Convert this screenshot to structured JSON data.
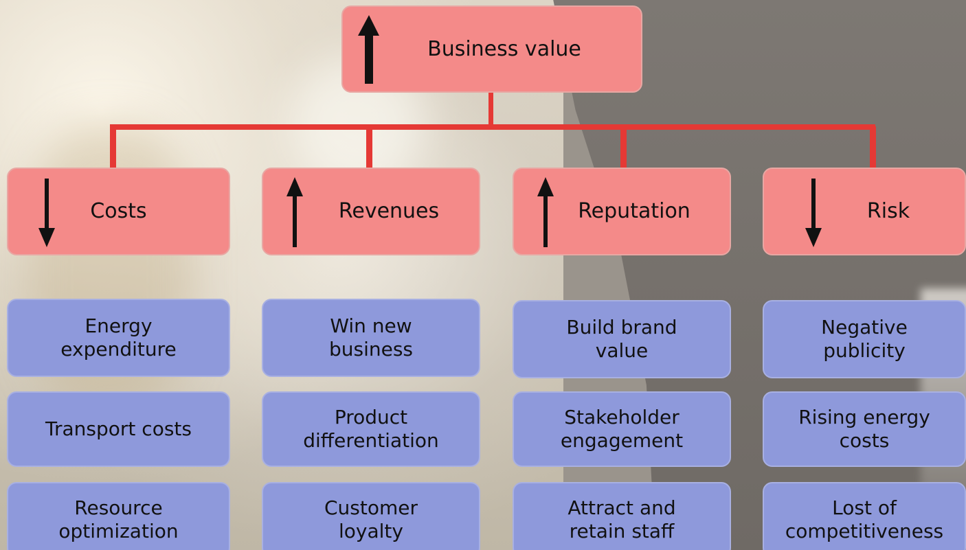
{
  "diagram": {
    "top": {
      "label": "Business value",
      "direction": "up"
    },
    "categories": [
      {
        "label": "Costs",
        "direction": "down",
        "items": [
          "Energy expenditure",
          "Transport costs",
          "Resource optimization"
        ]
      },
      {
        "label": "Revenues",
        "direction": "up",
        "items": [
          "Win new business",
          "Product differentiation",
          "Customer loyalty"
        ]
      },
      {
        "label": "Reputation",
        "direction": "up",
        "items": [
          "Build brand value",
          "Stakeholder engagement",
          "Attract and retain staff"
        ]
      },
      {
        "label": "Risk",
        "direction": "down",
        "items": [
          "Negative publicity",
          "Rising energy costs",
          "Lost of competitiveness"
        ]
      }
    ],
    "colors": {
      "header_box": "#f48a89",
      "item_box": "#8e99db",
      "connector": "#e53935",
      "arrow": "#111111"
    },
    "icons": {
      "up": "arrow-up-icon",
      "down": "arrow-down-icon"
    }
  }
}
